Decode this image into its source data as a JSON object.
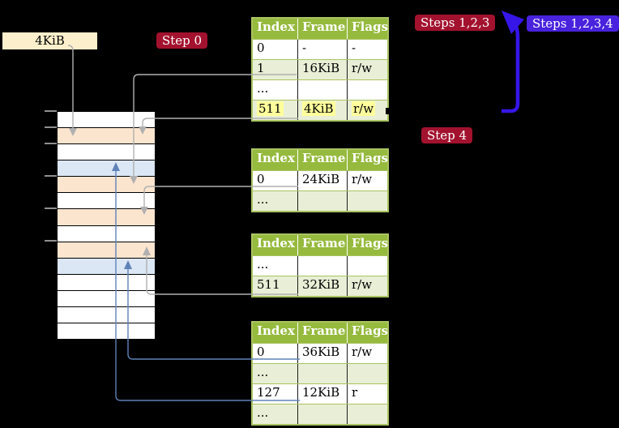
{
  "colors": {
    "background": "#000000",
    "frame_label_bg": "#fcefcb",
    "table_header_green": "#96ba3e",
    "table_border_green": "#a9c361",
    "row_shade_green": "#e9efd6",
    "highlight_yellow": "#ffff9c",
    "mem_orange": "#fce5cf",
    "mem_blue": "#dbe7f4",
    "badge_red": "#a2122e",
    "badge_blue": "#4822dc",
    "arrow_blue": "#3516e6",
    "connector_grey": "#b0b0b0",
    "connector_blue": "#5f82b8"
  },
  "frame_label": {
    "text": "4KiB"
  },
  "badges": {
    "step0": "Step 0",
    "steps123": "Steps 1,2,3",
    "steps1234": "Steps 1,2,3,4",
    "step4": "Step 4"
  },
  "memory_stack": {
    "cells": [
      "white",
      "orange",
      "white",
      "blue",
      "orange",
      "white",
      "orange",
      "white",
      "orange",
      "blue",
      "white",
      "white",
      "white",
      "white"
    ]
  },
  "page_tables": [
    {
      "name": "page-table-level-top",
      "headers": [
        "Index",
        "Frame",
        "Flags"
      ],
      "rows": [
        {
          "cells": [
            "0",
            "-",
            "-"
          ],
          "shaded": false,
          "highlighted": false
        },
        {
          "cells": [
            "1",
            "16KiB",
            "r/w"
          ],
          "shaded": true,
          "highlighted": false
        },
        {
          "cells": [
            "...",
            "",
            ""
          ],
          "shaded": false,
          "highlighted": false
        },
        {
          "cells": [
            "511",
            "4KiB",
            "r/w"
          ],
          "shaded": true,
          "highlighted": true
        }
      ]
    },
    {
      "name": "page-table-level-2",
      "headers": [
        "Index",
        "Frame",
        "Flags"
      ],
      "rows": [
        {
          "cells": [
            "0",
            "24KiB",
            "r/w"
          ],
          "shaded": false,
          "highlighted": false
        },
        {
          "cells": [
            "...",
            "",
            ""
          ],
          "shaded": true,
          "highlighted": false
        }
      ]
    },
    {
      "name": "page-table-level-3",
      "headers": [
        "Index",
        "Frame",
        "Flags"
      ],
      "rows": [
        {
          "cells": [
            "...",
            "",
            ""
          ],
          "shaded": false,
          "highlighted": false
        },
        {
          "cells": [
            "511",
            "32KiB",
            "r/w"
          ],
          "shaded": true,
          "highlighted": false
        }
      ]
    },
    {
      "name": "page-table-level-bottom",
      "headers": [
        "Index",
        "Frame",
        "Flags"
      ],
      "rows": [
        {
          "cells": [
            "0",
            "36KiB",
            "r/w"
          ],
          "shaded": false,
          "highlighted": false
        },
        {
          "cells": [
            "...",
            "",
            ""
          ],
          "shaded": true,
          "highlighted": false
        },
        {
          "cells": [
            "127",
            "12KiB",
            "r"
          ],
          "shaded": false,
          "highlighted": false
        },
        {
          "cells": [
            "...",
            "",
            ""
          ],
          "shaded": true,
          "highlighted": false
        }
      ]
    }
  ]
}
